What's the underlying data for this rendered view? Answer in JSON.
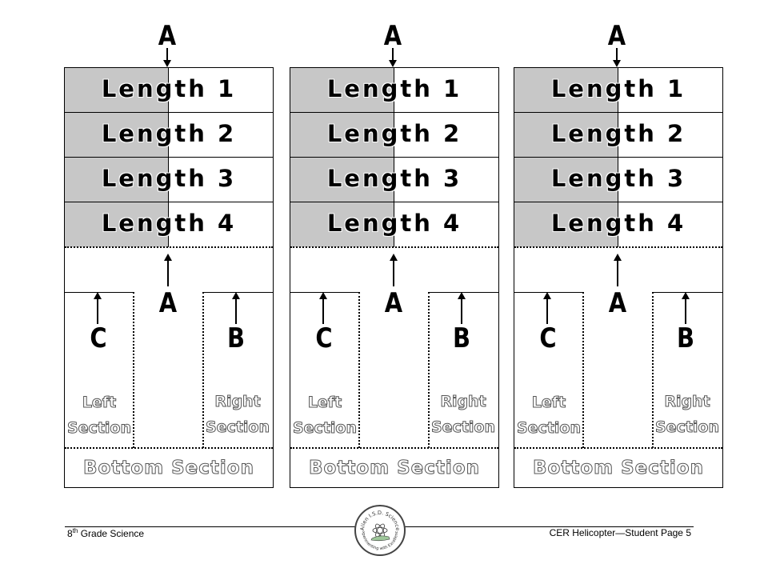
{
  "templates": [
    {
      "top_marker": "A",
      "lengths": [
        "Length 1",
        "Length 2",
        "Length 3",
        "Length 4"
      ],
      "center_marker": "A",
      "left_marker": "C",
      "right_marker": "B",
      "left_section": [
        "Left",
        "Section"
      ],
      "right_section": [
        "Right",
        "Section"
      ],
      "bottom_section": "Bottom Section"
    },
    {
      "top_marker": "A",
      "lengths": [
        "Length 1",
        "Length 2",
        "Length 3",
        "Length 4"
      ],
      "center_marker": "A",
      "left_marker": "C",
      "right_marker": "B",
      "left_section": [
        "Left",
        "Section"
      ],
      "right_section": [
        "Right",
        "Section"
      ],
      "bottom_section": "Bottom Section"
    },
    {
      "top_marker": "A",
      "lengths": [
        "Length 1",
        "Length 2",
        "Length 3",
        "Length 4"
      ],
      "center_marker": "A",
      "left_marker": "C",
      "right_marker": "B",
      "left_section": [
        "Left",
        "Section"
      ],
      "right_section": [
        "Right",
        "Section"
      ],
      "bottom_section": "Bottom Section"
    }
  ],
  "footer": {
    "left_prefix": "8",
    "left_sup": "th",
    "left_suffix": " Grade Science",
    "right": "CER Helicopter—Student Page 5"
  },
  "logo": {
    "top_text": "Allen I.S.D. Science",
    "bottom_text": "Experimenting with Excellence"
  },
  "colors": {
    "shade": "#c7c7c7",
    "outline": "#555555"
  }
}
